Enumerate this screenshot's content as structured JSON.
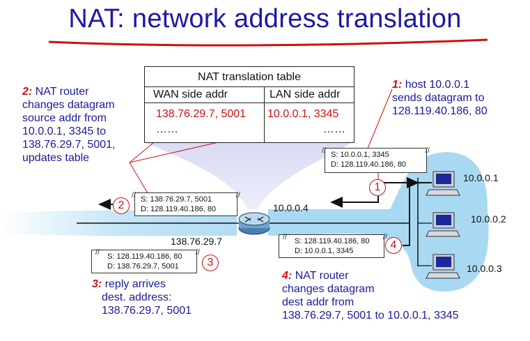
{
  "title": "NAT: network address translation",
  "table": {
    "header": "NAT translation table",
    "col_wan": "WAN side addr",
    "col_lan": "LAN side addr",
    "wan_value": "138.76.29.7, 5001",
    "lan_value": "10.0.0.1, 3345",
    "wan_dots": "……",
    "lan_dots": "……"
  },
  "steps": {
    "s1": {
      "num": "1:",
      "lines": [
        "host 10.0.0.1",
        "sends datagram to",
        "128.119.40.186, 80"
      ]
    },
    "s2": {
      "num": "2:",
      "lines": [
        "NAT router",
        "changes datagram",
        "source addr from",
        "10.0.0.1, 3345 to",
        "138.76.29.7, 5001,",
        "updates table"
      ]
    },
    "s3": {
      "num": "3:",
      "lines": [
        "reply arrives",
        "dest. address:",
        "138.76.29.7, 5001"
      ]
    },
    "s4": {
      "num": "4:",
      "lines": [
        "NAT router",
        "changes datagram",
        "dest addr from",
        "138.76.29.7, 5001 to 10.0.0.1, 3345"
      ]
    }
  },
  "packets": {
    "p1": {
      "src": "S: 10.0.0.1, 3345",
      "dst": "D: 128.119.40.186, 80"
    },
    "p2": {
      "src": "S: 138.76.29.7, 5001",
      "dst": "D: 128.119.40.186, 80"
    },
    "p3": {
      "src": "S: 128.119.40.186, 80",
      "dst": "D: 138.76.29.7, 5001"
    },
    "p4": {
      "src": "S: 128.119.40.186, 80",
      "dst": "D: 10.0.0.1, 3345"
    }
  },
  "markers": {
    "m1": "1",
    "m2": "2",
    "m3": "3",
    "m4": "4"
  },
  "addresses": {
    "router_lan": "10.0.0.4",
    "router_wan": "138.76.29.7",
    "host1": "10.0.0.1",
    "host2": "10.0.0.2",
    "host3": "10.0.0.3"
  },
  "colors": {
    "title": "#1a1aa8",
    "accent": "#cc1111",
    "network": "#a9d9f2",
    "text": "#1a1a9a"
  }
}
